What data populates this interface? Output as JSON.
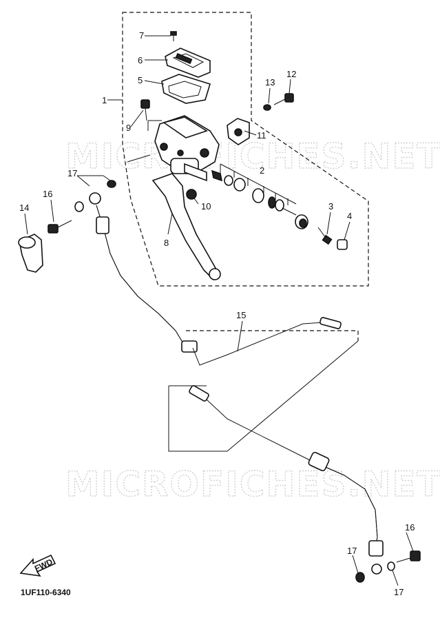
{
  "watermark": "MICROFICHES.NET",
  "diagram_code": "1UF110-6340",
  "fwd_label": "FWD",
  "callouts": [
    "1",
    "2",
    "3",
    "4",
    "5",
    "6",
    "7",
    "8",
    "9",
    "10",
    "11",
    "12",
    "13",
    "14",
    "15",
    "16",
    "16",
    "17",
    "17",
    "17"
  ]
}
